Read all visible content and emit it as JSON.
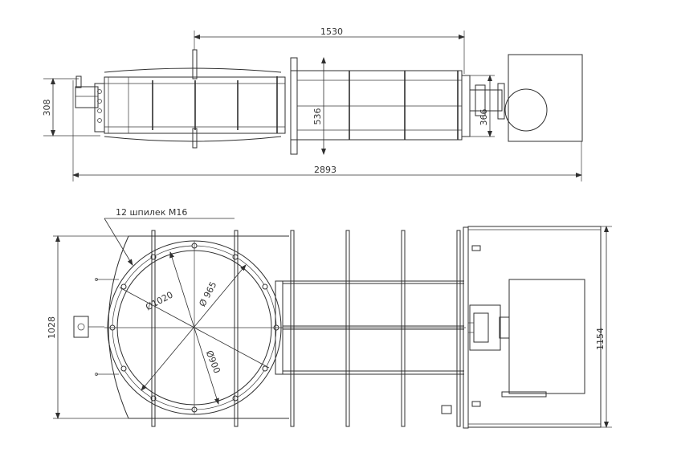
{
  "dimensions": {
    "top_overall_length": "2893",
    "top_section_length": "1530",
    "top_left_height": "308",
    "top_middle_height": "536",
    "top_right_height": "366",
    "bottom_height_left": "1028",
    "bottom_height_right": "1154",
    "diameter_outer": "Ø1020",
    "diameter_bolt": "Ø 965",
    "diameter_inner": "Ø900"
  },
  "callouts": {
    "studs": "12 шпилек М16"
  },
  "colors": {
    "line": "#2f2f2f",
    "text": "#333333",
    "background": "#ffffff"
  }
}
